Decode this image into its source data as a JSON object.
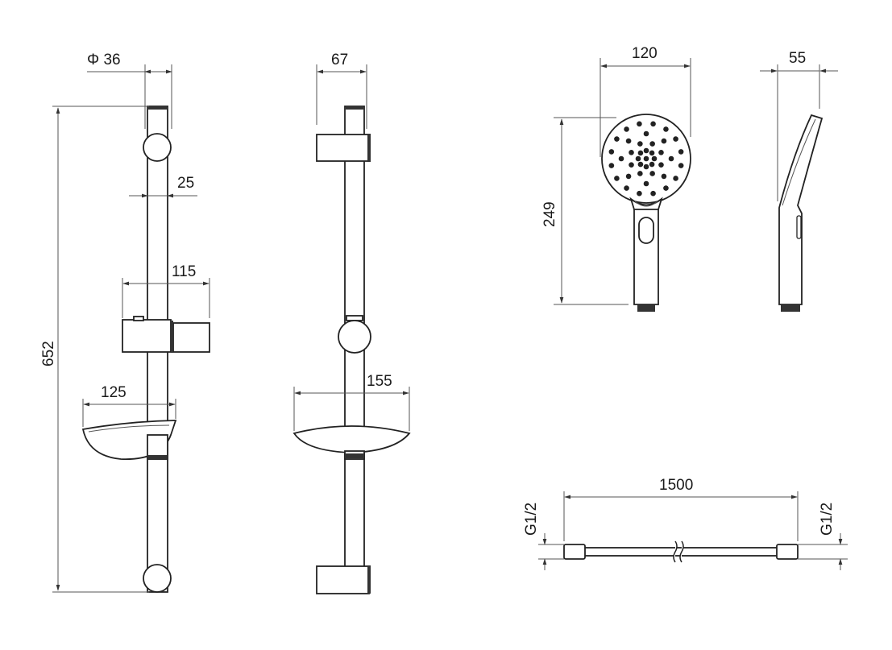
{
  "rail_front": {
    "diameter": "Φ 36",
    "height": "652",
    "rail_width": "25",
    "holder_width": "115",
    "soap_dish_width": "125"
  },
  "rail_side": {
    "bracket_depth": "67",
    "soap_dish_depth": "155"
  },
  "hand_shower": {
    "head_width": "120",
    "length": "249",
    "side_depth": "55"
  },
  "hose": {
    "length": "1500",
    "thread_left": "G1/2",
    "thread_right": "G1/2"
  }
}
